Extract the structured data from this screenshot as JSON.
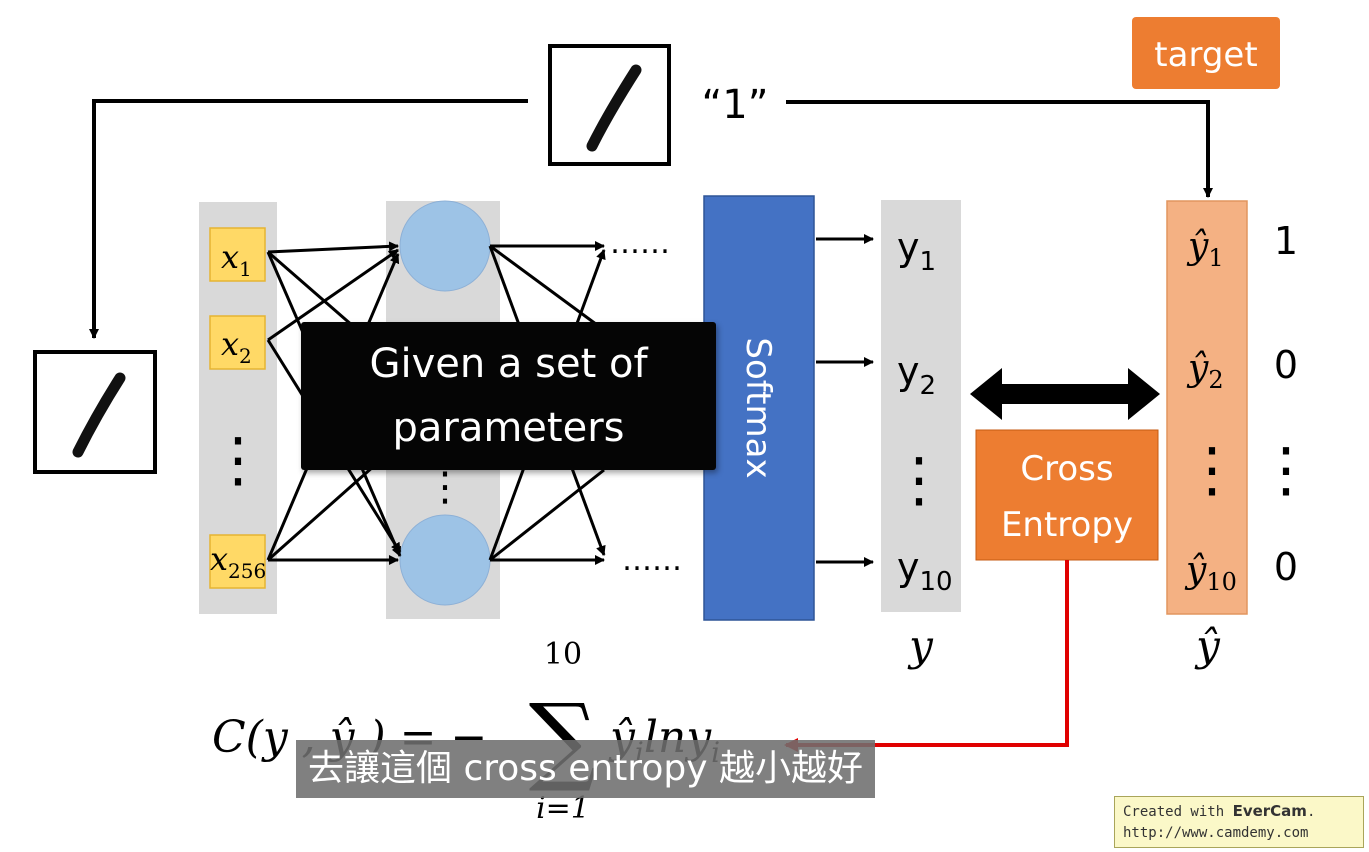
{
  "target_label": "target",
  "digit_label": "“1”",
  "ellipsis_h": "……",
  "ellipsis_v": "⋮",
  "inputs": [
    {
      "base": "x",
      "sub": "1"
    },
    {
      "base": "x",
      "sub": "2"
    },
    {
      "base": "x",
      "sub": "256"
    }
  ],
  "softmax_label": "Softmax",
  "outputs": [
    {
      "base": "y",
      "sub": "1"
    },
    {
      "base": "y",
      "sub": "2"
    },
    {
      "base": "y",
      "sub": "10"
    }
  ],
  "output_vector_label": "y",
  "targets": [
    {
      "base": "ŷ",
      "sub": "1",
      "value": "1"
    },
    {
      "base": "ŷ",
      "sub": "2",
      "value": "0"
    },
    {
      "base": "ŷ",
      "sub": "10",
      "value": "0"
    }
  ],
  "target_vector_label": "ŷ",
  "cross_entropy": {
    "line1": "Cross",
    "line2": "Entropy"
  },
  "formula": {
    "lhs": "C(y , ŷ ) = −",
    "sum_symbol": "∑",
    "upper": "10",
    "lower": "i=1",
    "term": "ŷ",
    "term_sub": "i",
    "rest": "lny",
    "rest_sub": "i"
  },
  "overlay": {
    "line1": "Given a set of",
    "line2": "parameters"
  },
  "subtitle": "去讓這個 cross entropy 越小越好",
  "watermark": {
    "prefix": "Created with ",
    "brand": "EverCam",
    "suffix": ".",
    "url": "http://www.camdemy.com"
  },
  "colors": {
    "softmax_blue": "#4472c4",
    "orange": "#ed7d31",
    "target_column": "#f4b183",
    "input_box": "#ffd966",
    "neuron": "#9dc3e6",
    "gray_column": "#d9d9d9",
    "red_arrow": "#e00000"
  }
}
